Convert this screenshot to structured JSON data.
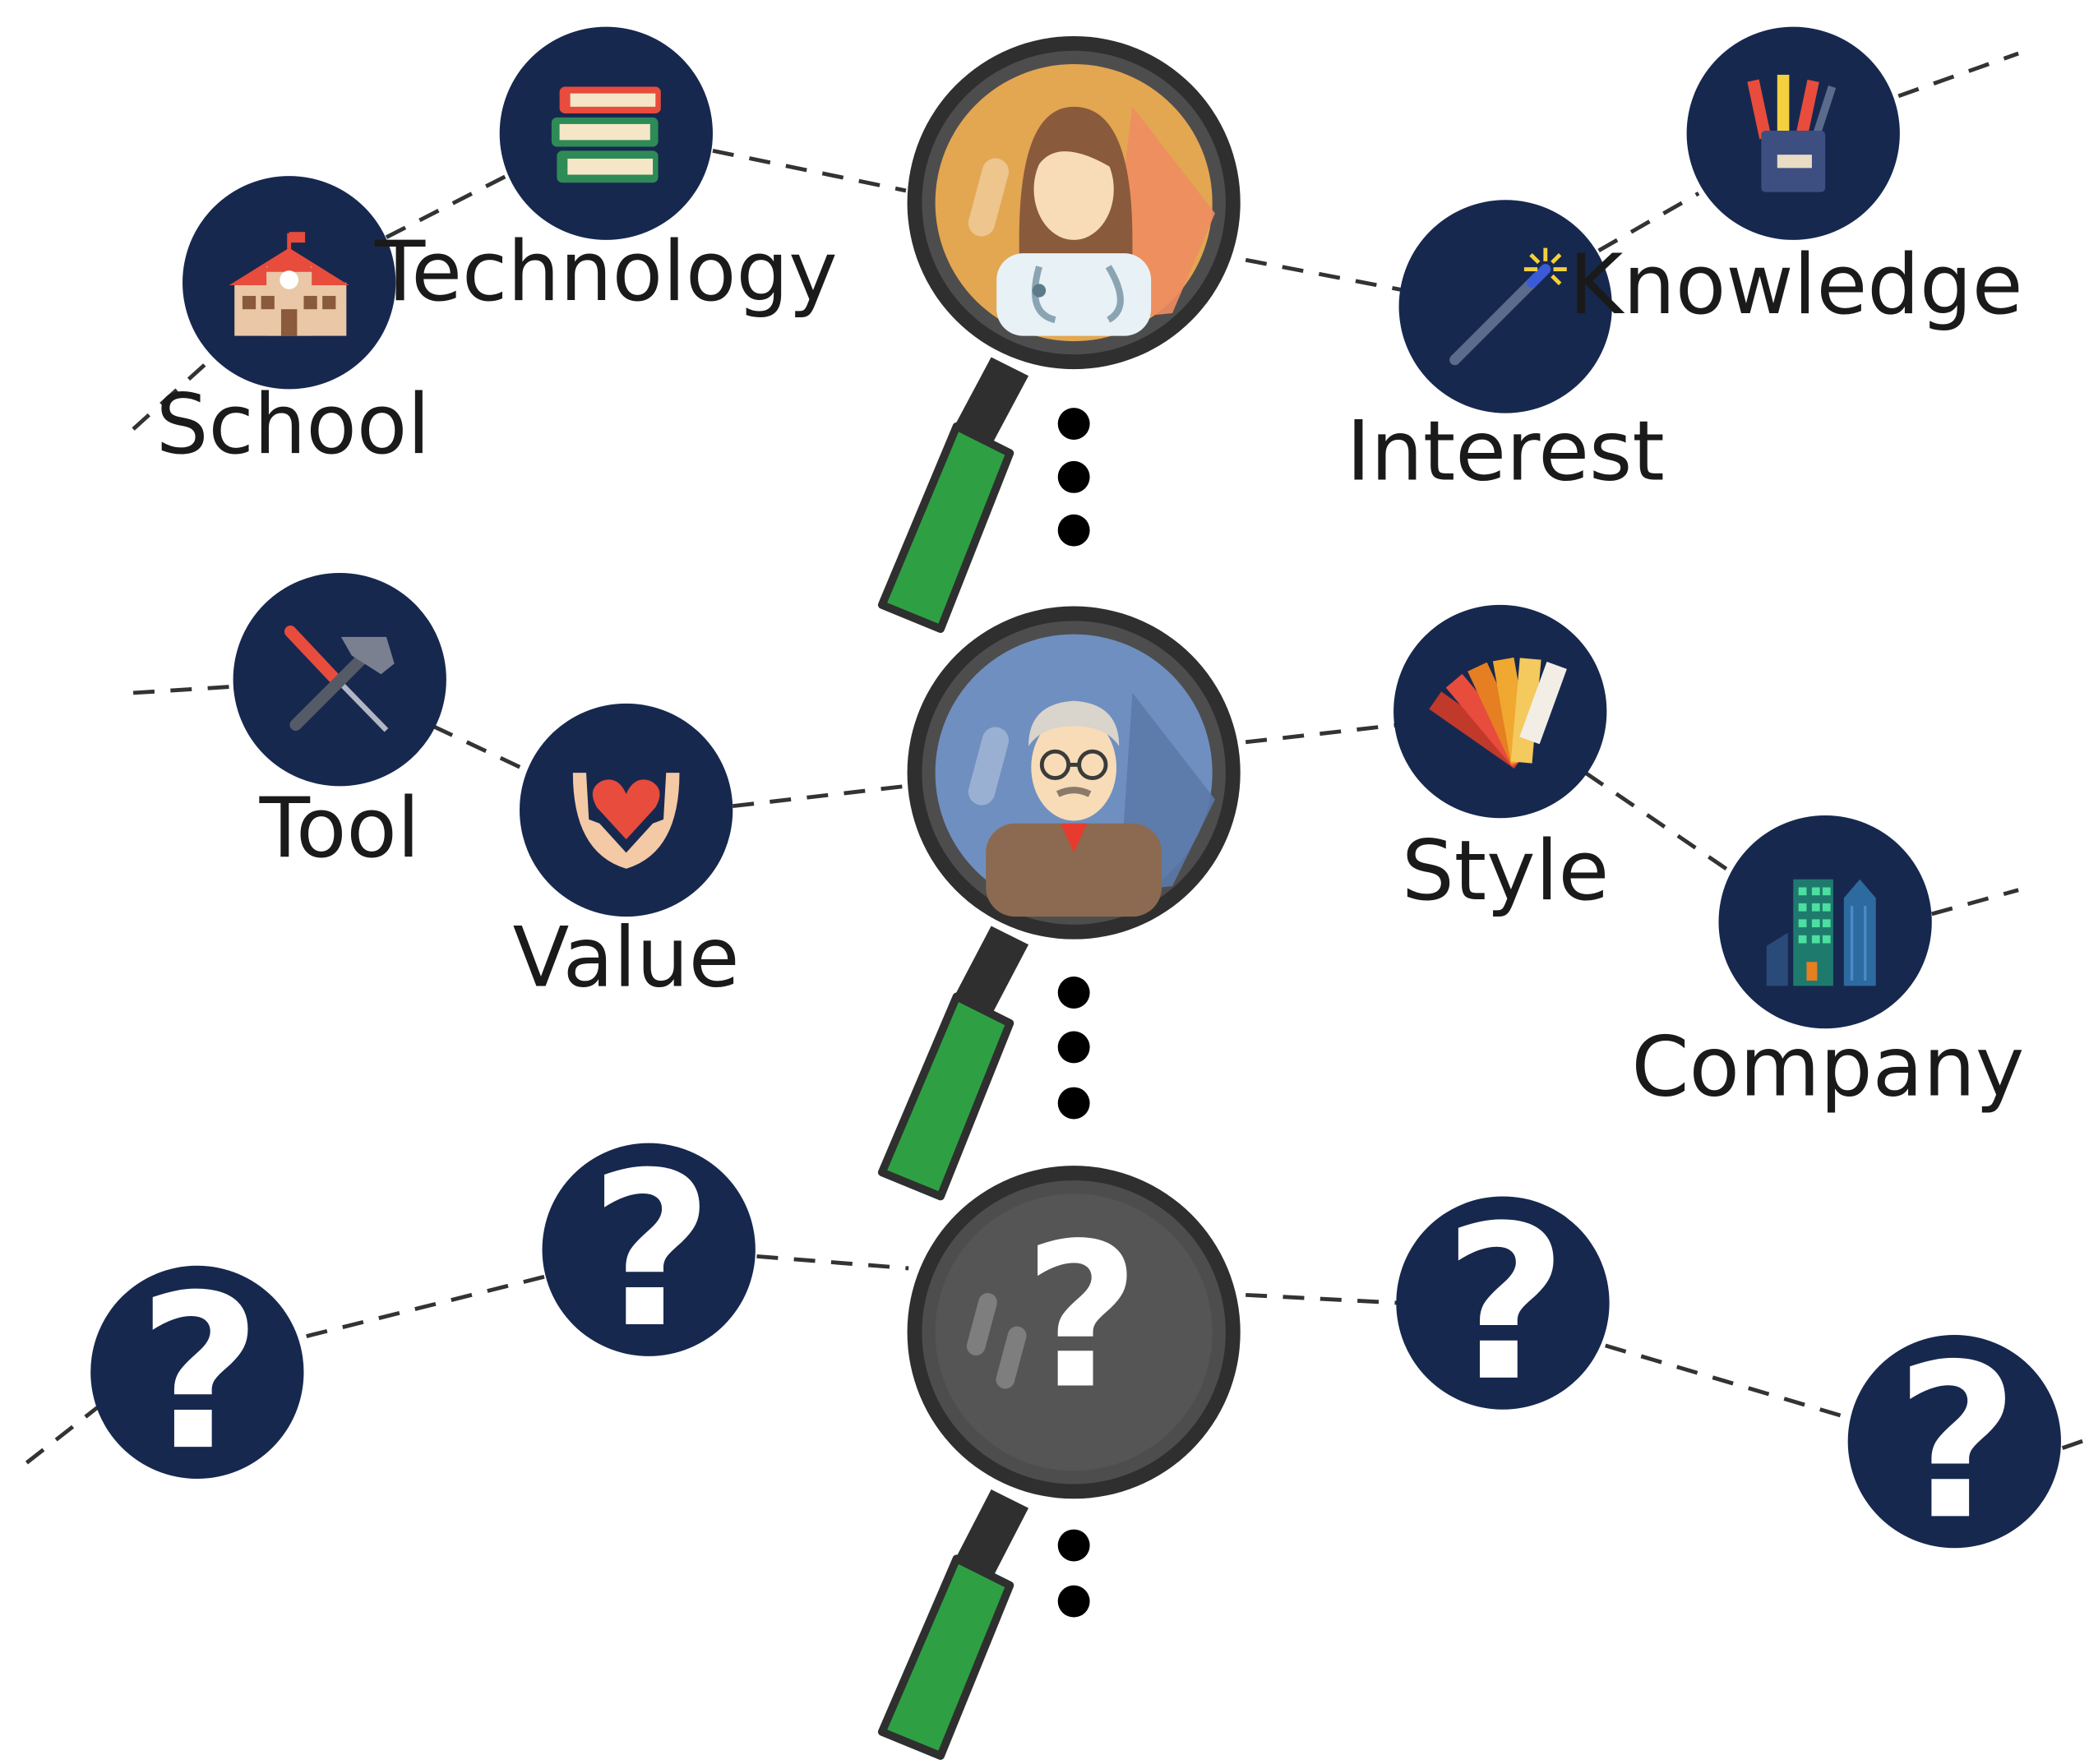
{
  "colors": {
    "node_fill": "#17284f",
    "lens_ring": "#2f2f2f",
    "handle_green": "#2ea043",
    "connector": "#333333",
    "ellipsis_dot": "#000000"
  },
  "row1": {
    "center": {
      "name": "doctor",
      "icon": "female-doctor-icon",
      "lens_bg": "#e3a651"
    },
    "nodes": [
      {
        "label": "School",
        "icon": "school-building-icon"
      },
      {
        "label": "Technology",
        "icon": "books-icon"
      },
      {
        "label": "Interest",
        "icon": "magic-wand-icon"
      },
      {
        "label": "Knowledge",
        "icon": "pencil-cup-icon"
      }
    ]
  },
  "row2": {
    "center": {
      "name": "old-man",
      "icon": "old-man-glasses-icon",
      "lens_bg": "#6f8fc0"
    },
    "nodes": [
      {
        "label": "Tool",
        "icon": "hammer-screwdriver-icon"
      },
      {
        "label": "Value",
        "icon": "heart-hands-icon"
      },
      {
        "label": "Style",
        "icon": "color-swatch-fan-icon"
      },
      {
        "label": "Company",
        "icon": "office-buildings-icon"
      }
    ]
  },
  "row3": {
    "center": {
      "name": "unknown",
      "icon": "question-mark-icon",
      "lens_bg": "#555555",
      "glyph": "?"
    },
    "nodes": [
      {
        "glyph": "?",
        "icon": "question-mark-icon"
      },
      {
        "glyph": "?",
        "icon": "question-mark-icon"
      },
      {
        "glyph": "?",
        "icon": "question-mark-icon"
      },
      {
        "glyph": "?",
        "icon": "question-mark-icon"
      }
    ]
  }
}
